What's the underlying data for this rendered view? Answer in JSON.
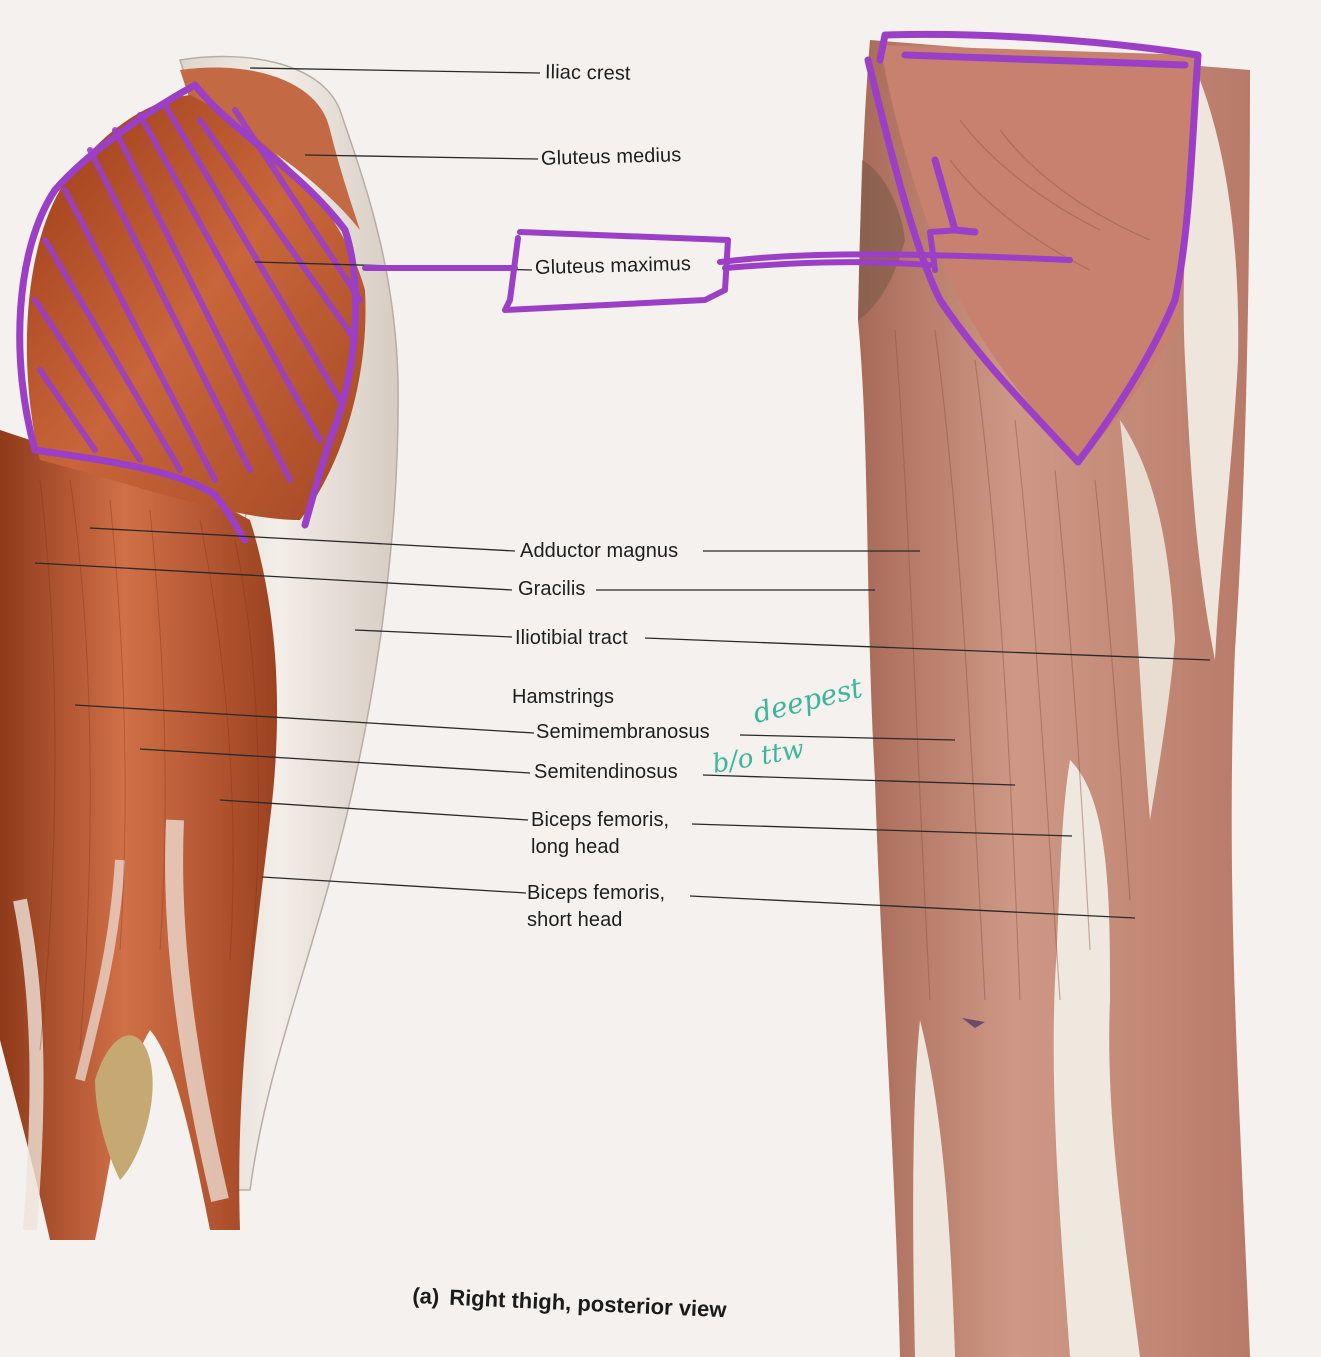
{
  "labels": {
    "iliac_crest": "Iliac crest",
    "gluteus_medius": "Gluteus medius",
    "gluteus_maximus": "Gluteus maximus",
    "adductor_magnus": "Adductor magnus",
    "gracilis": "Gracilis",
    "iliotibial_tract": "Iliotibial tract",
    "hamstrings": "Hamstrings",
    "semimembranosus": "Semimembranosus",
    "semitendinosus": "Semitendinosus",
    "biceps_long": "Biceps femoris,\nlong head",
    "biceps_short": "Biceps femoris,\nshort head"
  },
  "annotations": {
    "deepest": "deepest",
    "b_tw": "b/o ttw"
  },
  "caption": {
    "tag": "(a)",
    "text": "Right thigh, posterior view"
  },
  "colors": {
    "highlight": "#9b3fc6",
    "handwriting": "#3fb59b",
    "muscle": "#c4613a",
    "cadaver_muscle": "#c98a78",
    "tendon": "#ece4dc"
  }
}
